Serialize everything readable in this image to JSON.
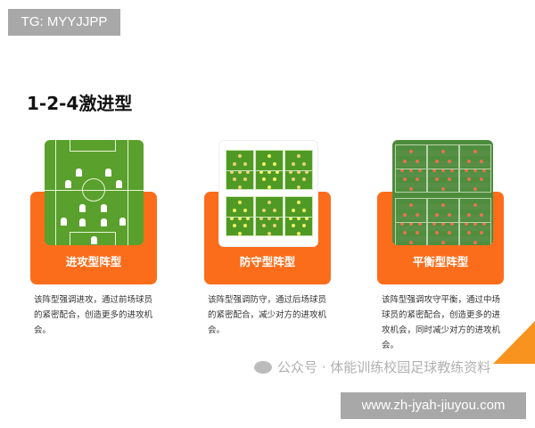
{
  "watermark_top": "TG: MYYJJPP",
  "title": "1-2-4激进型",
  "cards": [
    {
      "label": "进攻型阵型",
      "description": "该阵型强调进攻，通过前场球员的紧密配合，创造更多的进攻机会。"
    },
    {
      "label": "防守型阵型",
      "description": "该阵型强调防守，通过后场球员的紧密配合，减少对方的进攻机会。"
    },
    {
      "label": "平衡型阵型",
      "description": "该阵型强调攻守平衡，通过中场球员的紧密配合，创造更多的进攻机会，同时减少对方的进攻机会。"
    }
  ],
  "watermark_mid": "公众号 · 体能训练校园足球教练资料",
  "watermark_url": "www.zh-jyah-jiuyou.com",
  "colors": {
    "accent": "#fb6d1b",
    "pitch": "#5aa02c"
  }
}
